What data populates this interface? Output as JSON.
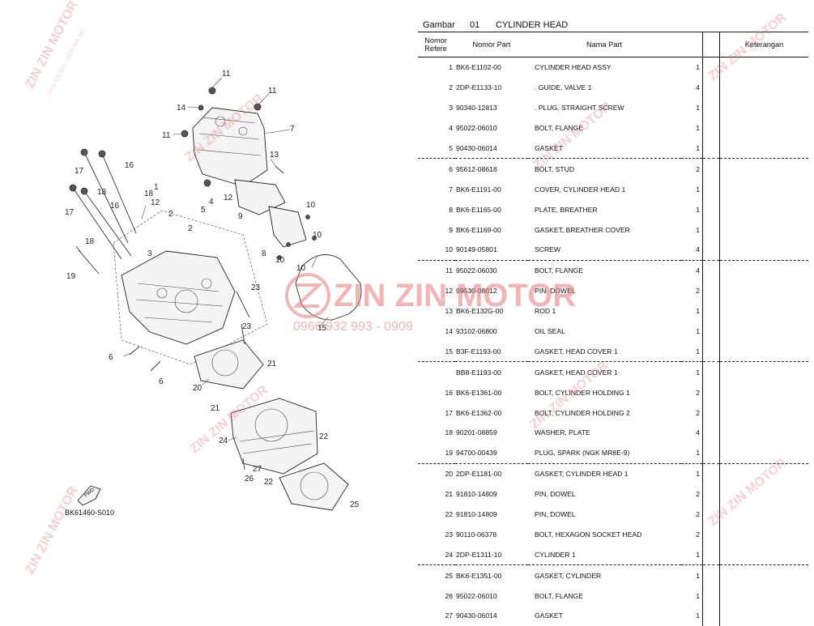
{
  "figure": {
    "label": "Gambar",
    "number": "01",
    "title": "CYLINDER HEAD"
  },
  "columns": {
    "ref": "Nomor Refere",
    "ref_line1": "Nomor",
    "ref_line2": "Refere",
    "part_no": "Nomor Part",
    "name": "Nama Part",
    "qty": "",
    "note": "Keterangan"
  },
  "parts": [
    {
      "ref": "1",
      "pn": "BK6-E1102-00",
      "name": "CYLINDER HEAD ASSY",
      "qty": "1",
      "group_start": true
    },
    {
      "ref": "2",
      "pn": "2DP-E1133-10",
      "name": ". GUIDE, VALVE 1",
      "qty": "4"
    },
    {
      "ref": "3",
      "pn": "90340-12813",
      "name": ". PLUG, STRAIGHT SCREW",
      "qty": "1"
    },
    {
      "ref": "4",
      "pn": "95022-06010",
      "name": "BOLT, FLANGE",
      "qty": "1"
    },
    {
      "ref": "5",
      "pn": "90430-06014",
      "name": "GASKET",
      "qty": "1"
    },
    {
      "ref": "6",
      "pn": "95612-08618",
      "name": "BOLT, STUD",
      "qty": "2",
      "group_start": true
    },
    {
      "ref": "7",
      "pn": "BK6-E1191-00",
      "name": "COVER, CYLINDER HEAD 1",
      "qty": "1"
    },
    {
      "ref": "8",
      "pn": "BK6-E1165-00",
      "name": "PLATE, BREATHER",
      "qty": "1"
    },
    {
      "ref": "9",
      "pn": "BK6-E1169-00",
      "name": "GASKET, BREATHER COVER",
      "qty": "1"
    },
    {
      "ref": "10",
      "pn": "90149-05801",
      "name": "SCREW",
      "qty": "4"
    },
    {
      "ref": "11",
      "pn": "95022-06030",
      "name": "BOLT, FLANGE",
      "qty": "4",
      "group_start": true
    },
    {
      "ref": "12",
      "pn": "99530-08012",
      "name": "PIN, DOWEL",
      "qty": "2"
    },
    {
      "ref": "13",
      "pn": "BK6-E132G-00",
      "name": "ROD 1",
      "qty": "1"
    },
    {
      "ref": "14",
      "pn": "93102-06800",
      "name": "OIL SEAL",
      "qty": "1"
    },
    {
      "ref": "15",
      "pn": "B3F-E1193-00",
      "name": "GASKET, HEAD COVER 1",
      "qty": "1"
    },
    {
      "ref": "",
      "pn": "BB8-E1193-00",
      "name": "GASKET, HEAD COVER 1",
      "qty": "1",
      "group_start": true
    },
    {
      "ref": "16",
      "pn": "BK6-E1361-00",
      "name": "BOLT, CYLINDER HOLDING 1",
      "qty": "2"
    },
    {
      "ref": "17",
      "pn": "BK6-E1362-00",
      "name": "BOLT, CYLINDER HOLDING 2",
      "qty": "2"
    },
    {
      "ref": "18",
      "pn": "90201-08859",
      "name": "WASHER, PLATE",
      "qty": "4"
    },
    {
      "ref": "19",
      "pn": "94700-00439",
      "name": "PLUG, SPARK (NGK MR8E-9)",
      "qty": "1"
    },
    {
      "ref": "20",
      "pn": "2DP-E1181-00",
      "name": "GASKET, CYLINDER HEAD 1",
      "qty": "1",
      "group_start": true
    },
    {
      "ref": "21",
      "pn": "91810-14809",
      "name": "PIN, DOWEL",
      "qty": "2"
    },
    {
      "ref": "22",
      "pn": "91810-14809",
      "name": "PIN, DOWEL",
      "qty": "2"
    },
    {
      "ref": "23",
      "pn": "90110-06378",
      "name": "BOLT, HEXAGON SOCKET HEAD",
      "qty": "2"
    },
    {
      "ref": "24",
      "pn": "2DP-E1311-10",
      "name": "CYLINDER 1",
      "qty": "1"
    },
    {
      "ref": "25",
      "pn": "BK6-E1351-00",
      "name": "GASKET, CYLINDER",
      "qty": "1",
      "group_start": true
    },
    {
      "ref": "26",
      "pn": "95022-06010",
      "name": "BOLT, FLANGE",
      "qty": "1"
    },
    {
      "ref": "27",
      "pn": "90430-06014",
      "name": "GASKET",
      "qty": "1"
    }
  ],
  "diagram": {
    "code": "BK61460-S010",
    "fwd_label": "FWD",
    "callouts": [
      "1",
      "2",
      "3",
      "4",
      "5",
      "6",
      "7",
      "8",
      "9",
      "10",
      "11",
      "12",
      "13",
      "14",
      "15",
      "16",
      "17",
      "18",
      "19",
      "20",
      "21",
      "22",
      "23",
      "24",
      "25",
      "26",
      "27"
    ]
  },
  "watermark": {
    "brand": "ZIN ZIN MOTOR",
    "phone": "0966 932 993 - 0909 556 683",
    "phone_short": "0966 932 993 - 0909"
  },
  "colors": {
    "watermark": "#e47a78",
    "line": "#222222",
    "background": "#ffffff"
  }
}
